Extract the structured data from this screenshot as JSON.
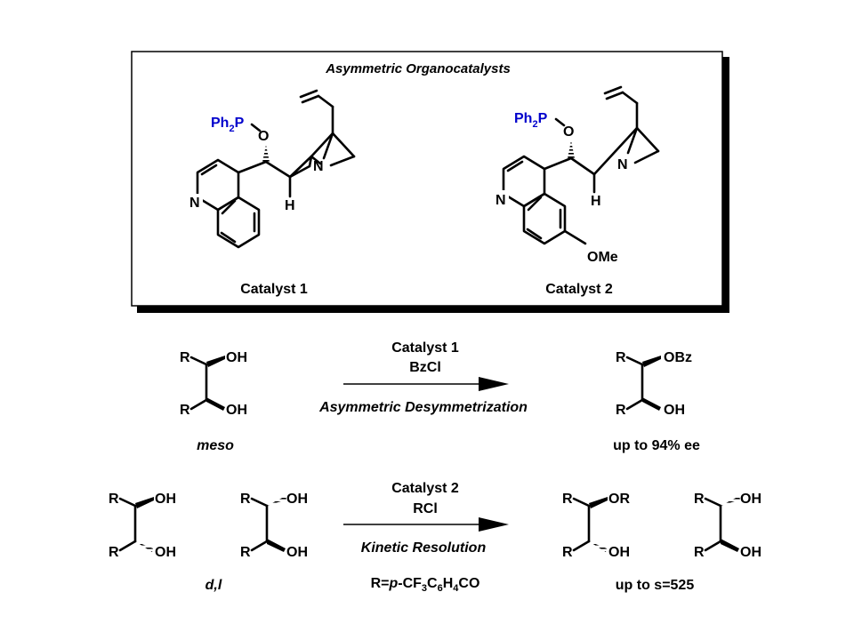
{
  "box": {
    "title": "Asymmetric Organocatalysts",
    "catalyst1": {
      "caption": "Catalyst  1",
      "ph2p": "Ph",
      "ph2p_sub": "2",
      "ph2p_p": "P",
      "o": "O",
      "n_ring": "N",
      "n_quinuclidine": "N",
      "h": "H"
    },
    "catalyst2": {
      "caption": "Catalyst  2",
      "ph2p": "Ph",
      "ph2p_sub": "2",
      "ph2p_p": "P",
      "o": "O",
      "n_ring": "N",
      "n_quinuclidine": "N",
      "h": "H",
      "ome": "OMe"
    }
  },
  "reaction1": {
    "reagent_line1": "Catalyst  1",
    "reagent_line2": "BzCl",
    "name": "Asymmetric Desymmetrization",
    "sm_label": "meso",
    "sm_r": "R",
    "sm_oh": "OH",
    "pr_r": "R",
    "pr_obz": "OBz",
    "pr_oh": "OH",
    "result": "up to 94% ee"
  },
  "reaction2": {
    "reagent_line1": "Catalyst  2",
    "reagent_line2": "RCl",
    "name": "Kinetic Resolution",
    "r_def_prefix": "R=",
    "r_def_p": "p",
    "r_def_cf": "-CF",
    "r_def_3": "3",
    "r_def_c": "C",
    "r_def_6": "6",
    "r_def_h": "H",
    "r_def_4": "4",
    "r_def_co": "CO",
    "sm_label": "d,l",
    "r": "R",
    "oh": "OH",
    "or": "OR",
    "result": "up to  s=525"
  },
  "colors": {
    "phosphorus": "#0000cc",
    "nitrogen": "#cc0000",
    "black": "#000000",
    "shadow": "#000000"
  }
}
